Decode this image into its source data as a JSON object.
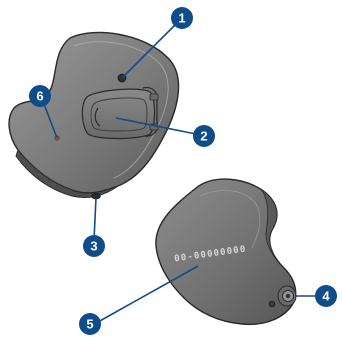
{
  "callouts": [
    {
      "id": "1",
      "label": "1"
    },
    {
      "id": "2",
      "label": "2"
    },
    {
      "id": "3",
      "label": "3"
    },
    {
      "id": "4",
      "label": "4"
    },
    {
      "id": "5",
      "label": "5"
    },
    {
      "id": "6",
      "label": "6"
    }
  ],
  "serial_number": "00-00000000",
  "colors": {
    "shell_fill": "#7a7a7a",
    "shell_dark": "#5e5e5e",
    "outline": "#2a2a2a",
    "callout_blue": "#0f4c8a",
    "leader_line": "#0f4c8a"
  }
}
